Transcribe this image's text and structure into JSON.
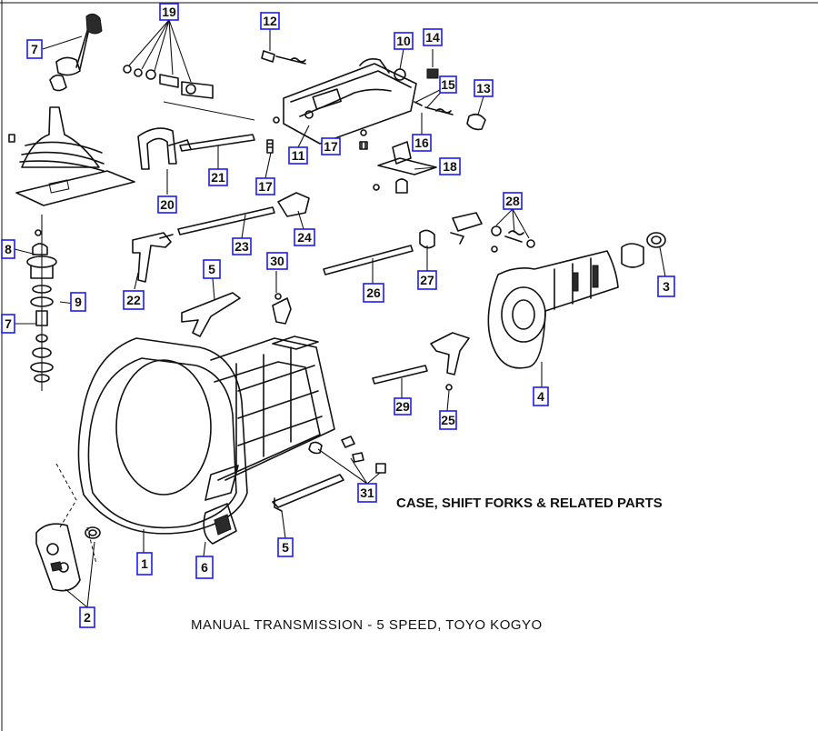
{
  "diagram": {
    "section_caption": "CASE, SHIFT FORKS & RELATED PARTS",
    "title": "MANUAL TRANSMISSION - 5 SPEED, TOYO KOGYO",
    "callouts": [
      "19",
      "12",
      "10",
      "14",
      "7",
      "15",
      "13",
      "11",
      "16",
      "17",
      "18",
      "8",
      "20",
      "21",
      "17",
      "24",
      "28",
      "23",
      "9",
      "7",
      "5",
      "30",
      "22",
      "26",
      "27",
      "3",
      "4",
      "29",
      "25",
      "31",
      "5",
      "1",
      "6",
      "2"
    ]
  },
  "colors": {
    "callout_border": "#1a1aff",
    "ink": "#111111",
    "background": "#ffffff"
  }
}
